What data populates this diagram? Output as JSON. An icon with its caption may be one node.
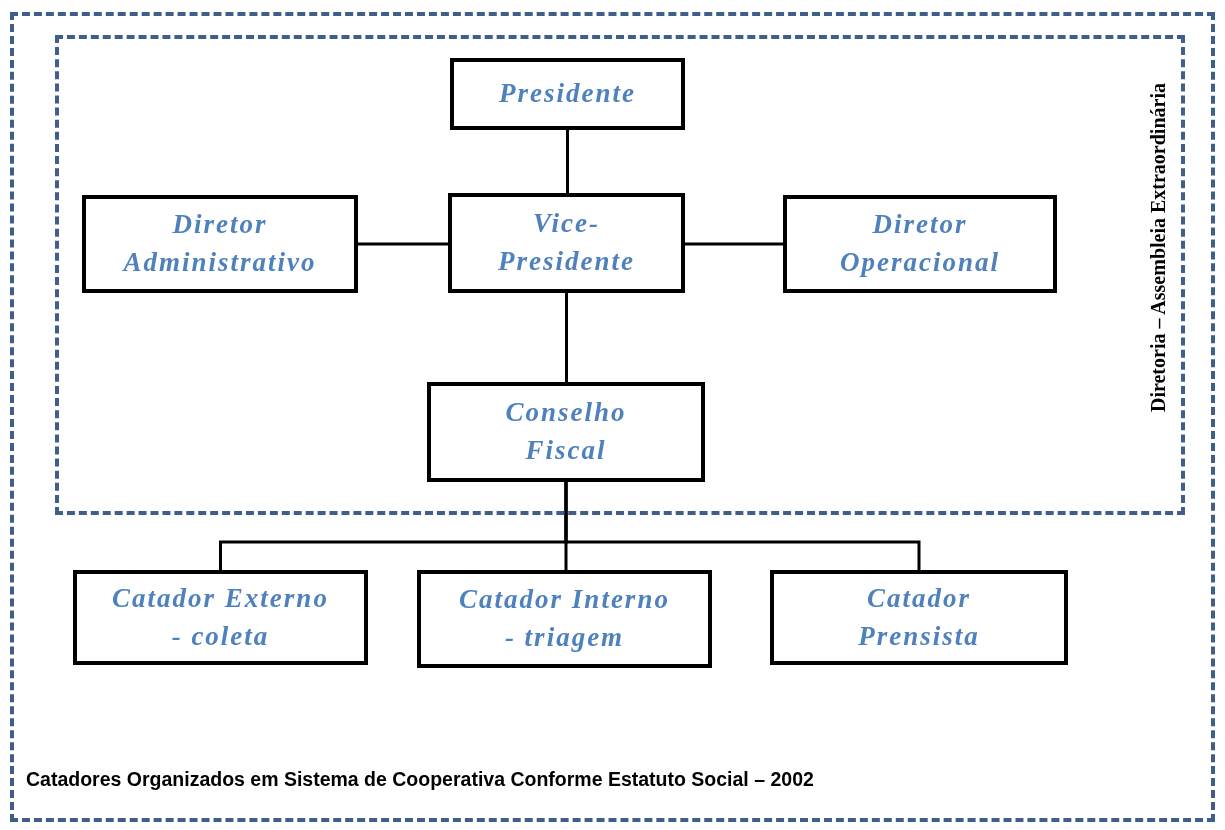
{
  "diagram": {
    "nodes": [
      {
        "text": [
          "Catadores Organizados em Sistema de Cooperativa Conforme Estatuto Social – 2002"
        ]
      },
      {
        "text": [
          "Diretoria – Assembleia Extraordinária"
        ],
        "in": 0
      },
      {
        "text": [
          "Presidente"
        ],
        "in": 1
      },
      {
        "text": [
          "Diretor Administrativo"
        ],
        "in": 1
      },
      {
        "text": [
          "Vice-Presidente"
        ],
        "in": 1
      },
      {
        "text": [
          "Diretor Operacional"
        ],
        "in": 1
      },
      {
        "text": [
          "Conselho Fiscal"
        ],
        "in": 1
      },
      {
        "text": [
          "Catador Externo - coleta"
        ],
        "in": 0
      },
      {
        "text": [
          "Catador Interno - triagem"
        ],
        "in": 0
      },
      {
        "text": [
          "Catador Prensista"
        ],
        "in": 0
      }
    ],
    "edges": [
      {
        "from": 2,
        "to": 4,
        "arrow": "none"
      },
      {
        "from": 4,
        "to": 3,
        "arrow": "none"
      },
      {
        "from": 4,
        "to": 5,
        "arrow": "none"
      },
      {
        "from": 4,
        "to": 6,
        "arrow": "none"
      },
      {
        "from": 6,
        "to": 7,
        "arrow": "none"
      },
      {
        "from": 6,
        "to": 8,
        "arrow": "none"
      },
      {
        "from": 6,
        "to": 9,
        "arrow": "none"
      }
    ]
  }
}
